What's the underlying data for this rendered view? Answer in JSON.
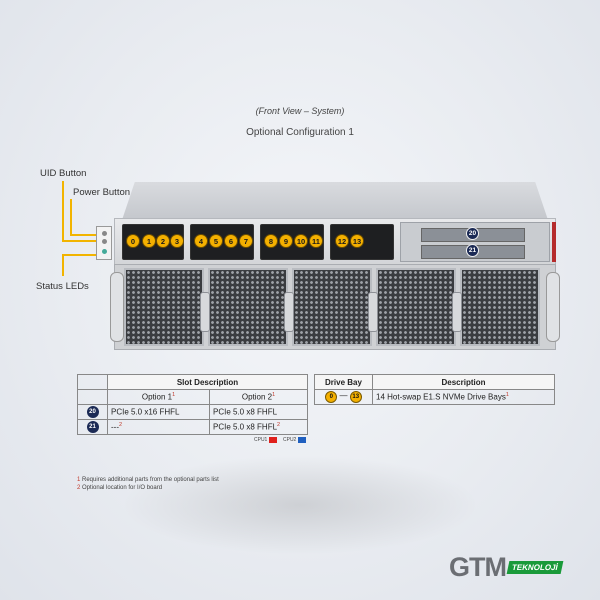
{
  "header": {
    "view_caption": "(Front View – System)",
    "config_caption": "Optional Configuration 1"
  },
  "callouts": {
    "uid_button": "UID Button",
    "power_button": "Power Button",
    "status_leds": "Status LEDs"
  },
  "drive_bays": [
    "0",
    "1",
    "2",
    "3",
    "4",
    "5",
    "6",
    "7",
    "8",
    "9",
    "10",
    "11",
    "12",
    "13"
  ],
  "slots": [
    "20",
    "21"
  ],
  "slot_table": {
    "title": "Slot Description",
    "option1_header": "Option 1",
    "option1_sup": "1",
    "option2_header": "Option 2",
    "option2_sup": "1",
    "rows": [
      {
        "slot": "20",
        "option1": "PCIe 5.0 x16 FHFL",
        "option1_sup": "",
        "option2": "PCIe 5.0 x8 FHFL",
        "option2_sup": ""
      },
      {
        "slot": "21",
        "option1": "---",
        "option1_sup": "2",
        "option2": "PCIe 5.0 x8 FHFL",
        "option2_sup": "2"
      }
    ]
  },
  "bay_table": {
    "col1": "Drive Bay",
    "col2": "Description",
    "range_start": "0",
    "range_dash": "—",
    "range_end": "13",
    "description": "14 Hot-swap E1.S NVMe Drive Bays",
    "description_sup": "1"
  },
  "legend": {
    "cpu1": "CPU1",
    "cpu1_color": "#e0201c",
    "cpu2": "CPU2",
    "cpu2_color": "#1f5fbf"
  },
  "footnotes": {
    "n1": "1",
    "t1": "Requires additional parts from the optional parts list",
    "n2": "2",
    "t2": "Optional location for I/O board"
  },
  "logo": {
    "text": "GTM",
    "tag": "TEKNOLOJİ"
  }
}
